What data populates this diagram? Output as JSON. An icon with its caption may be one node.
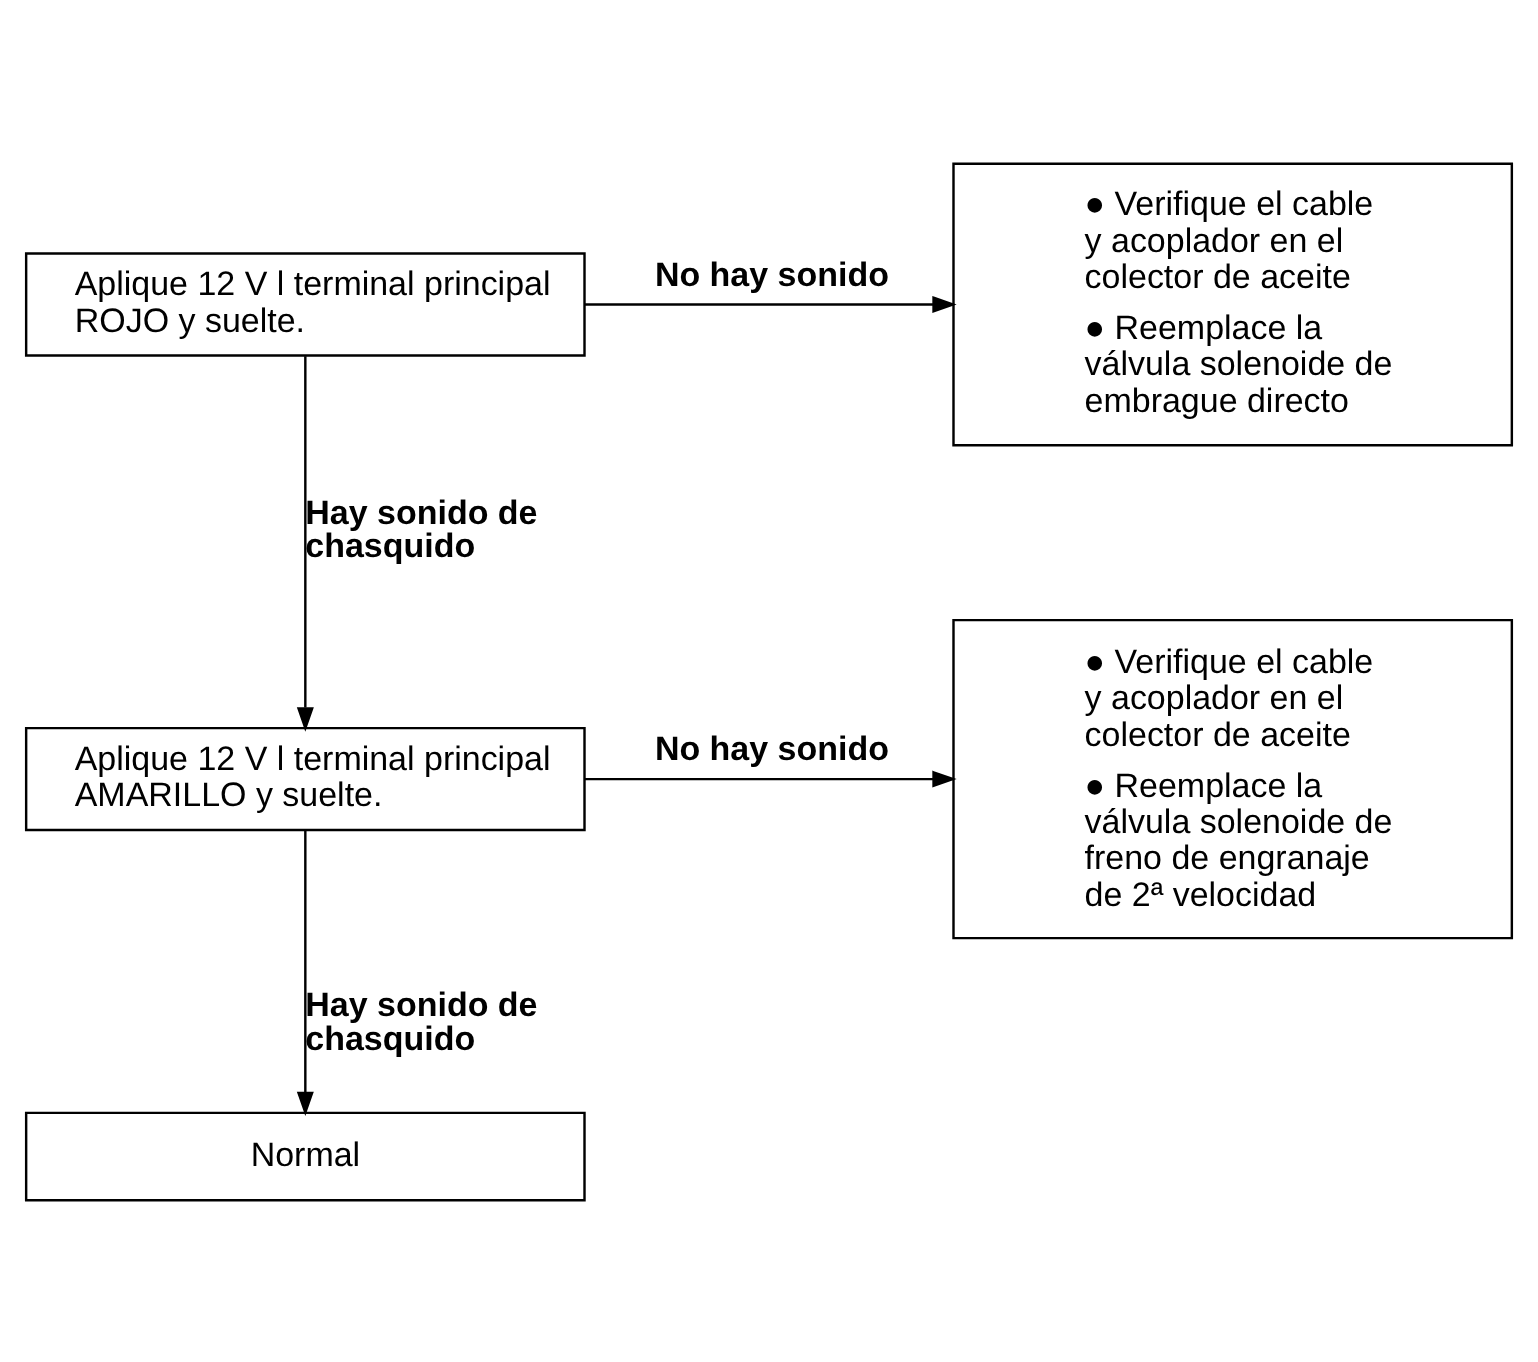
{
  "diagram": {
    "nodes": [
      {
        "text": [
          "Aplique 12 V l terminal principal ROJO y suelte."
        ]
      },
      {
        "text": [
          "● Verifique el cable y acoplador en el colector de aceite",
          "● Reemplace la válvula solenoide de embrague directo"
        ]
      },
      {
        "text": [
          "Aplique 12 V l terminal principal AMARILLO y suelte."
        ]
      },
      {
        "text": [
          "● Verifique el cable y acoplador en el colector de aceite",
          "● Reemplace la válvula solenoide de freno de engranaje de 2ª velocidad"
        ]
      },
      {
        "text": [
          "Normal"
        ]
      }
    ],
    "edges": [
      {
        "from": 0,
        "to": 1,
        "arrow": "to",
        "label": "No hay sonido"
      },
      {
        "from": 0,
        "to": 2,
        "arrow": "to",
        "label": "Hay sonido de chasquido"
      },
      {
        "from": 2,
        "to": 3,
        "arrow": "to",
        "label": "No hay sonido"
      },
      {
        "from": 2,
        "to": 4,
        "arrow": "to",
        "label": "Hay sonido de chasquido"
      }
    ]
  }
}
